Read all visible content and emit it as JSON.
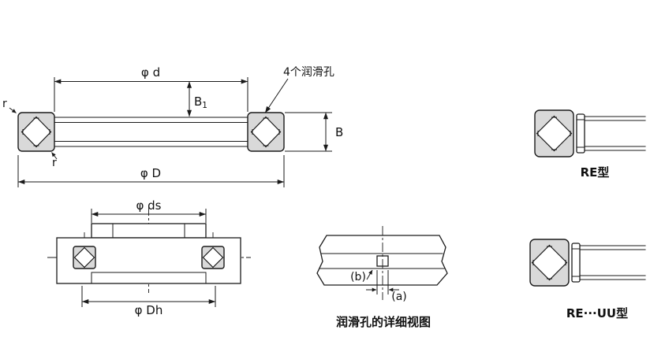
{
  "colors": {
    "line": "#1a1a1a",
    "block_fill": "#d9d9d9",
    "text": "#111111",
    "background": "#ffffff"
  },
  "figures": {
    "main_section": {
      "dim_phi_d": "φ d",
      "dim_b1_base": "B",
      "dim_b1_sub": "1",
      "lube_holes_note": "4个润滑孔",
      "dim_r_outer": "r",
      "dim_r_inner": "r",
      "dim_b": "B",
      "dim_phi_d_outer": "φ D"
    },
    "re_type": {
      "caption": "RE型"
    },
    "mounting": {
      "dim_phi_ds": "φ ds",
      "dim_phi_dh": "φ Dh"
    },
    "lube_detail": {
      "label_b": "(b)",
      "label_a": "(a)",
      "caption": "润滑孔的详细视图"
    },
    "re_uu_type": {
      "caption": "RE···UU型"
    }
  }
}
